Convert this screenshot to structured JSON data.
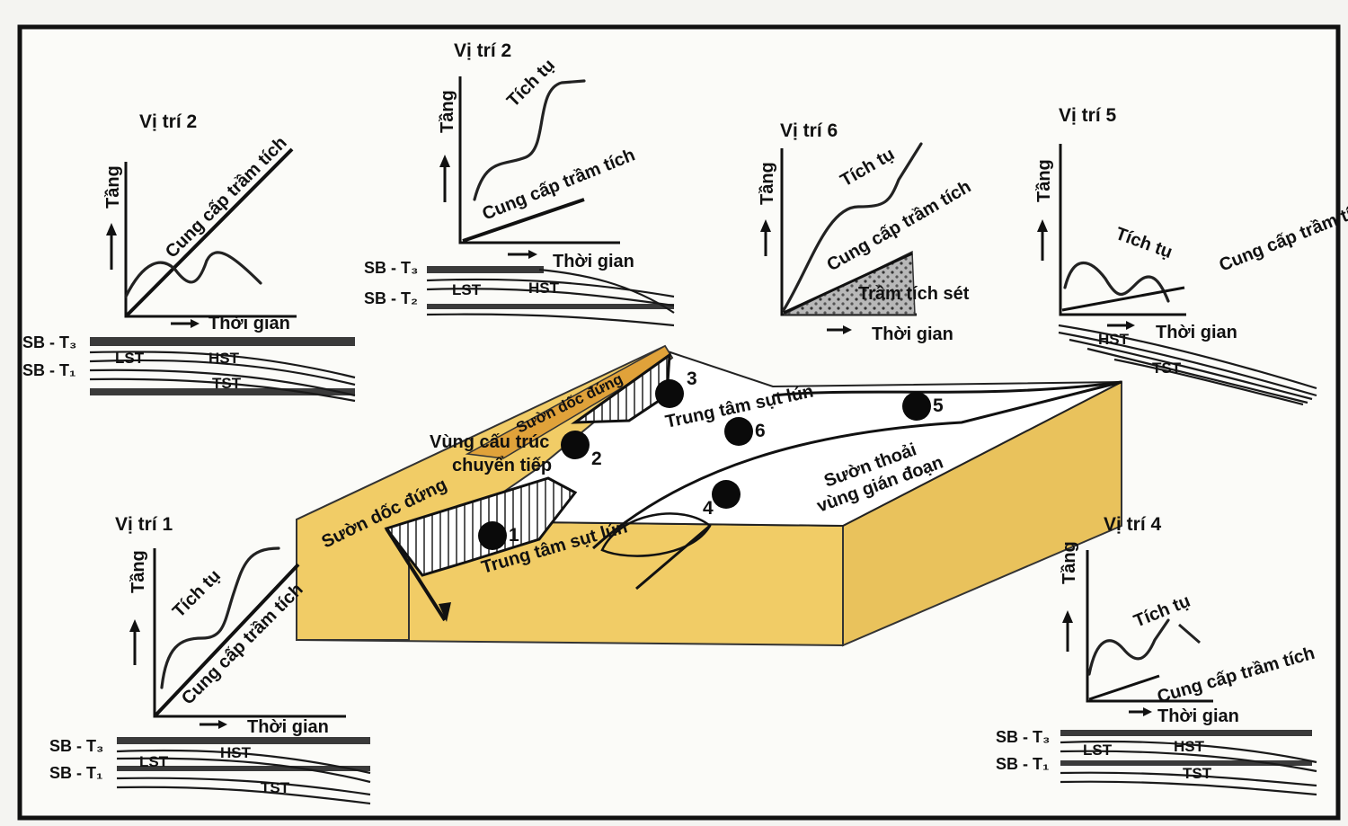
{
  "panels": {
    "p1": {
      "title": "Vị trí 2",
      "yaxis": "Tầng",
      "xaxis": "Thời gian",
      "supply": "Cung cấp trầm tích"
    },
    "p2": {
      "title": "Vị trí 2",
      "yaxis": "Tầng",
      "xaxis": "Thời gian",
      "supply": "Cung cấp trầm tích",
      "accum": "Tích tụ"
    },
    "p3": {
      "title": "Vị trí 6",
      "yaxis": "Tầng",
      "xaxis": "Thời gian",
      "supply": "Cung cấp trầm tích",
      "accum": "Tích tụ",
      "clay": "Trầm tích sét"
    },
    "p4": {
      "title": "Vị trí 5",
      "yaxis": "Tầng",
      "xaxis": "Thời gian",
      "supply": "Cung cấp trầm tích",
      "accum": "Tích tụ"
    },
    "p5": {
      "title": "Vị trí 1",
      "yaxis": "Tầng",
      "xaxis": "Thời gian",
      "supply": "Cung cấp trầm tích",
      "accum": "Tích tụ"
    },
    "p6": {
      "title": "Vị trí 4",
      "yaxis": "Tầng",
      "xaxis": "Thời gian",
      "supply": "Cung cấp trầm tích",
      "accum": "Tích tụ"
    }
  },
  "stratigraphy": {
    "sb_upper": "SB - T₃",
    "sb_lower": "SB - T₁",
    "sb_lower_alt": "SB - T₂",
    "lst": "LST",
    "hst": "HST",
    "tst": "TST"
  },
  "block": {
    "steep_slope_left": "Sườn dốc đứng",
    "steep_slope_right": "Sườn dốc đứng",
    "transition": "Vùng cấu trúc",
    "transition_2": "chuyển tiếp",
    "subsidence_1": "Trung tâm sụt lún",
    "subsidence_2": "Trung tâm sụt lún",
    "gentle_slope": "Sườn thoải",
    "discontinuous": "vùng gián đoạn",
    "sites": [
      "1",
      "2",
      "3",
      "4",
      "5",
      "6"
    ]
  },
  "colors": {
    "block_fill": "#f1cc66",
    "block_side": "#e9c25c",
    "slope_band": "#e0a23a",
    "background": "#f4f4f1"
  }
}
